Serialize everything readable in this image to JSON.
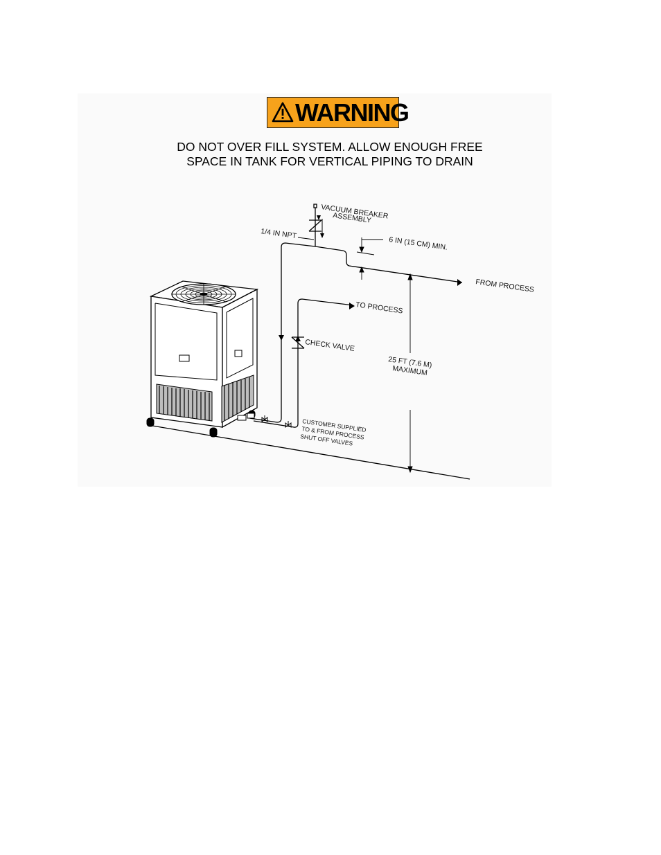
{
  "warning": {
    "label": "WARNING",
    "color": "#f7a21b"
  },
  "notice": {
    "line1": "DO NOT OVER FILL SYSTEM.  ALLOW ENOUGH FREE",
    "line2": "SPACE IN TANK FOR VERTICAL PIPING TO DRAIN"
  },
  "labels": {
    "vacuum_breaker_1": "VACUUM BREAKER",
    "vacuum_breaker_2": "ASSEMBLY",
    "npt": "1/4 IN NPT",
    "min_height": "6 IN (15 CM) MIN.",
    "from_process": "FROM PROCESS",
    "to_process": "TO PROCESS",
    "check_valve": "CHECK VALVE",
    "max_height_1": "25 FT (7.6 M)",
    "max_height_2": "MAXIMUM",
    "valves_1": "CUSTOMER SUPPLIED",
    "valves_2": "TO & FROM PROCESS",
    "valves_3": "SHUT OFF VALVES"
  },
  "icons": [
    "warning-triangle-icon",
    "fan-grille-icon",
    "arrow-icon"
  ]
}
